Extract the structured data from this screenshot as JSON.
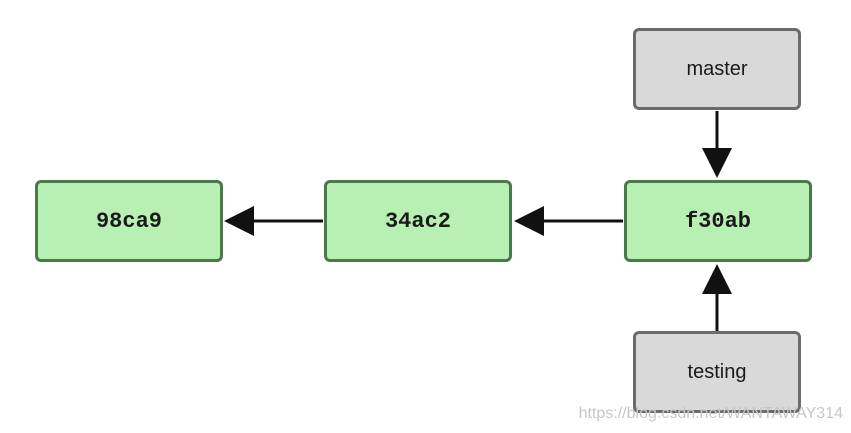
{
  "commits": [
    {
      "id": "98ca9"
    },
    {
      "id": "34ac2"
    },
    {
      "id": "f30ab"
    }
  ],
  "branches": {
    "master": "master",
    "testing": "testing"
  },
  "watermark": "https://blog.csdn.net/WANTAWAY314",
  "colors": {
    "commit_fill": "#b8f0b4",
    "commit_border": "#4a7a4a",
    "branch_fill": "#d9d9d9",
    "branch_border": "#6b6b6b",
    "arrow": "#111111"
  }
}
